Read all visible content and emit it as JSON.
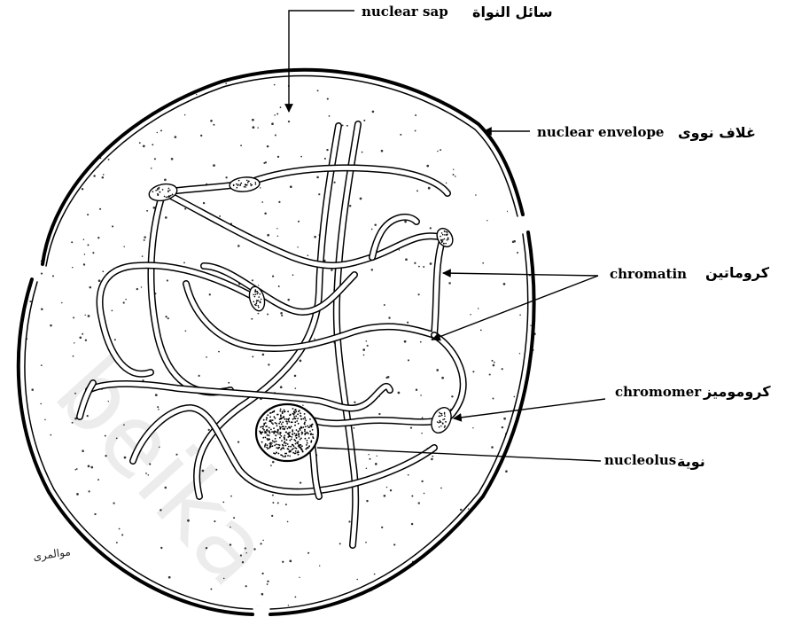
{
  "labels": {
    "nuclear_sap": {
      "en": "nuclear sap",
      "ar": "سائل النواة"
    },
    "nuclear_envelope": {
      "en": "nuclear envelope",
      "ar": "غلاف نووى"
    },
    "chromatin": {
      "en": "chromatin",
      "ar": "كروماتين"
    },
    "chromomer": {
      "en": "chromomer",
      "ar": "كروموميز"
    },
    "nucleolus": {
      "en": "nucleolus",
      "ar": "نوية"
    }
  },
  "signature": "موالمرى",
  "watermark": "beika"
}
